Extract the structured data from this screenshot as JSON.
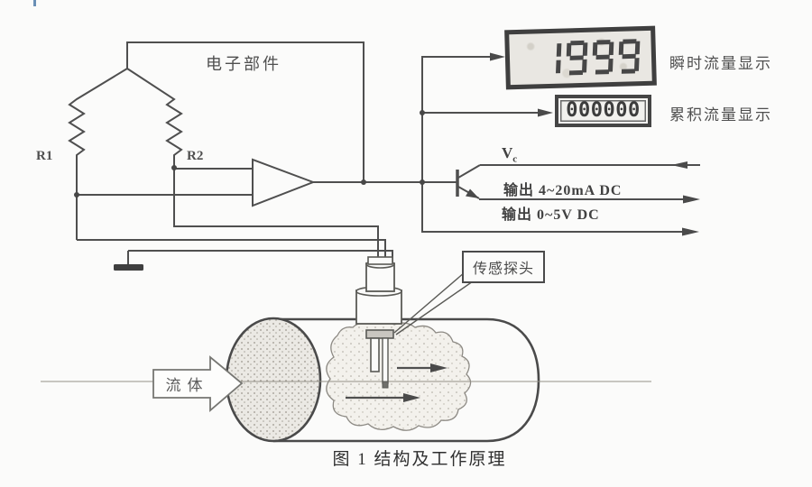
{
  "figure": {
    "caption": "图 1  结构及工作原理"
  },
  "schematic": {
    "electronics_label": "电子部件",
    "resistor1": "R1",
    "resistor2": "R2",
    "vc_label": "V",
    "vc_sub": "c",
    "output_current_label": "输出 4~20mA DC",
    "output_voltage_label": "输出 0~5V DC"
  },
  "displays": {
    "instantaneous": {
      "value": "1999",
      "label": "瞬时流量显示"
    },
    "totalizer": {
      "value": "000000",
      "label": "累积流量显示"
    }
  },
  "pipe": {
    "fluid_label": "流体",
    "probe_label": "传感探头"
  },
  "colors": {
    "line": "#4f4f4f",
    "display_frame": "#3f3f3f",
    "background": "#fbfbfa",
    "blue_tick": "#6a8fb5",
    "segment": "#474747"
  }
}
